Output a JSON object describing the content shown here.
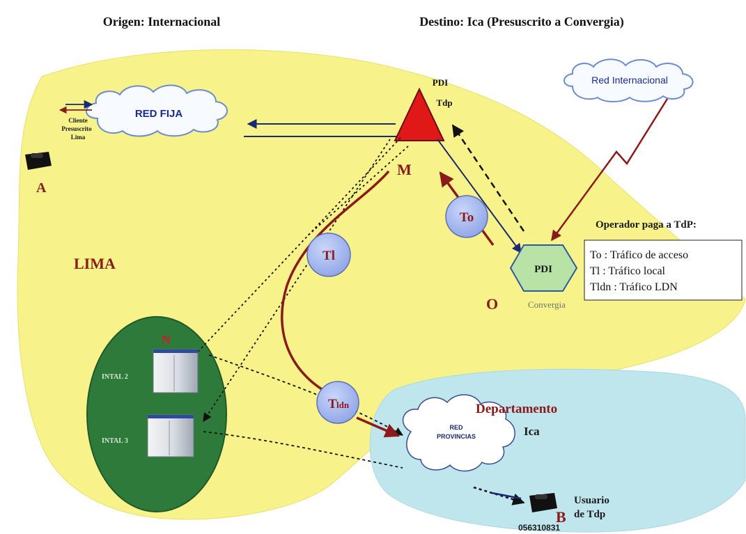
{
  "header": {
    "origin": "Origen: Internacional",
    "destination": "Destino: Ica (Presuscrito a Convergia)"
  },
  "regions": {
    "lima": "LIMA",
    "department_line1": "Departamento",
    "department_line2": "Ica"
  },
  "clouds": {
    "red_fija": "RED FIJA",
    "red_internacional": "Red Internacional",
    "red_provincias_line1": "RED",
    "red_provincias_line2": "PROVINCIAS"
  },
  "nodes": {
    "pdi_tdp_line1": "PDI",
    "pdi_tdp_line2": "Tdp",
    "pdi_convergia": "PDI",
    "convergia_caption": "Convergia",
    "intal2": "INTAL 2",
    "intal3": "INTAL 3"
  },
  "points": {
    "a": "A",
    "b": "B",
    "m": "M",
    "n": "N",
    "o": "O"
  },
  "client": {
    "line1": "Cliente",
    "line2": "Presuscrito",
    "line3": "Lima"
  },
  "traffic": {
    "to": "To",
    "tl": "Tl",
    "tldn_main": "T",
    "tldn_sub": "ldn"
  },
  "legend": {
    "heading": "Operador paga a TdP:",
    "items": [
      "To : Tráfico de acceso",
      "Tl : Tráfico local",
      "Tldn : Tráfico LDN"
    ]
  },
  "user": {
    "line1": "Usuario",
    "line2": "de Tdp",
    "number": "056310831"
  },
  "colors": {
    "lima_region": "#f7f28a",
    "ica_region": "#bfe6ec",
    "dark_red": "#8b1a1a",
    "traffic_circle": "#a7b9f0",
    "green_region": "#2e7a3a",
    "hexagon": "#b9e3a6",
    "triangle": "#e01818"
  }
}
